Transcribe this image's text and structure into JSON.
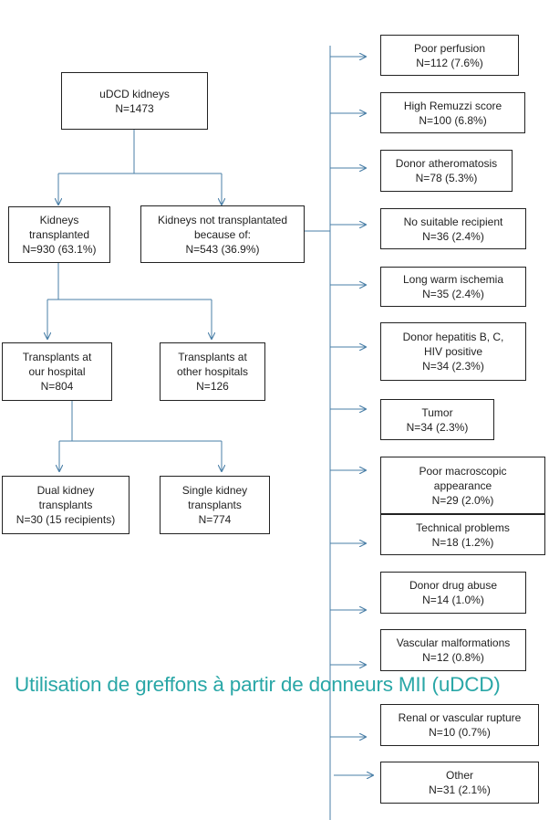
{
  "nodes": {
    "root": {
      "lines": [
        "uDCD kidneys",
        "N=1473"
      ]
    },
    "transplanted": {
      "lines": [
        "Kidneys",
        "transplanted",
        "N=930 (63.1%)"
      ]
    },
    "not_transplanted": {
      "lines": [
        "Kidneys not transplantated",
        "because of:",
        "N=543 (36.9%)"
      ]
    },
    "our_hospital": {
      "lines": [
        "Transplants at",
        "our hospital",
        "N=804"
      ]
    },
    "other_hospitals": {
      "lines": [
        "Transplants at",
        "other hospitals",
        "N=126"
      ]
    },
    "dual": {
      "lines": [
        "Dual kidney",
        "transplants",
        "N=30 (15 recipients)"
      ]
    },
    "single": {
      "lines": [
        "Single kidney",
        "transplants",
        "N=774"
      ]
    }
  },
  "reasons": [
    {
      "lines": [
        "Poor perfusion",
        "N=112 (7.6%)"
      ]
    },
    {
      "lines": [
        "High Remuzzi score",
        "N=100 (6.8%)"
      ]
    },
    {
      "lines": [
        "Donor atheromatosis",
        "N=78 (5.3%)"
      ]
    },
    {
      "lines": [
        "No suitable recipient",
        "N=36 (2.4%)"
      ]
    },
    {
      "lines": [
        "Long warm ischemia",
        "N=35 (2.4%)"
      ]
    },
    {
      "lines": [
        "Donor hepatitis B, C,",
        "HIV positive",
        "N=34 (2.3%)"
      ]
    },
    {
      "lines": [
        "Tumor",
        "N=34 (2.3%)"
      ]
    },
    {
      "lines": [
        "Poor macroscopic",
        "appearance",
        "N=29 (2.0%)"
      ]
    },
    {
      "lines": [
        "Technical problems",
        "N=18 (1.2%)"
      ]
    },
    {
      "lines": [
        "Donor drug abuse",
        "N=14 (1.0%)"
      ]
    },
    {
      "lines": [
        "Vascular malformations",
        "N=12 (0.8%)"
      ]
    },
    {
      "lines": [
        "Renal or vascular rupture",
        "N=10 (0.7%)"
      ]
    },
    {
      "lines": [
        "Other",
        "N=31 (2.1%)"
      ]
    }
  ],
  "overlay_text": "Utilisation de greffons à partir de donneurs MII (uDCD)",
  "colors": {
    "connector": "#4a7fa7",
    "box_border": "#222222",
    "overlay": "#2aa7a7"
  }
}
